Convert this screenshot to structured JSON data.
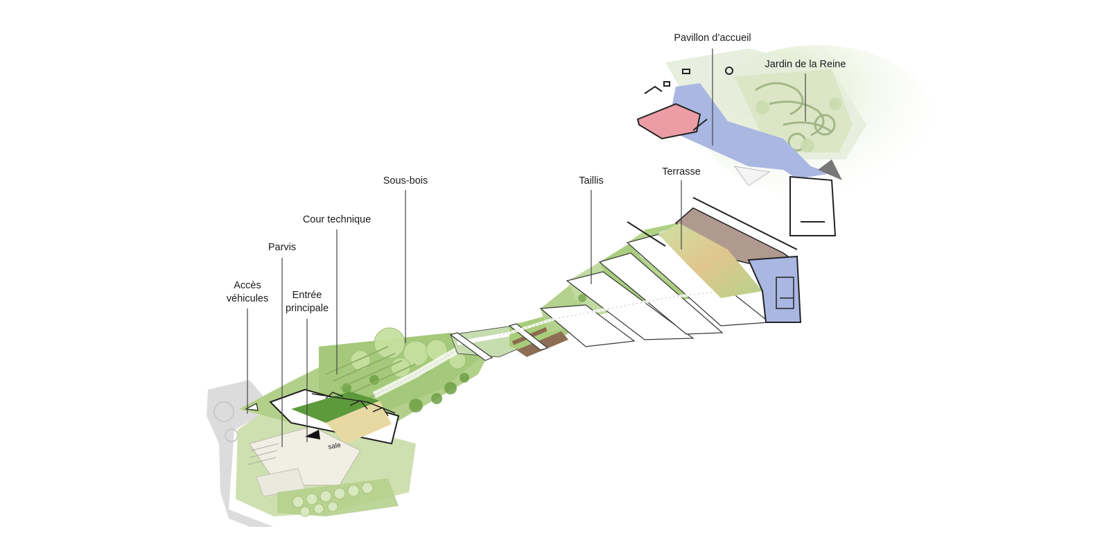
{
  "diagram": {
    "labels": {
      "acces": [
        "Accès",
        "véhicules"
      ],
      "parvis": "Parvis",
      "entree": [
        "Entrée",
        "principale"
      ],
      "cour": "Cour technique",
      "sousbois": "Sous-bois",
      "taillis": "Taillis",
      "terrasse": "Terrasse",
      "pavillon": "Pavillon d’accueil",
      "jardin": "Jardin de la Reine"
    },
    "plan_text": "sale",
    "colors": {
      "vegetation": "#b9d38c",
      "vegetation_dark": "#6e9e43",
      "lawn": "#5c9a3c",
      "plaza": "#efece0",
      "sand": "#e5d7a0",
      "pink": "#ec9ca5",
      "blue": "#a9b7e2",
      "earth": "#8d6e55",
      "roof": "#b09a90",
      "meadow": "#d9c089",
      "road": "#dadada",
      "line": "#333333"
    }
  }
}
